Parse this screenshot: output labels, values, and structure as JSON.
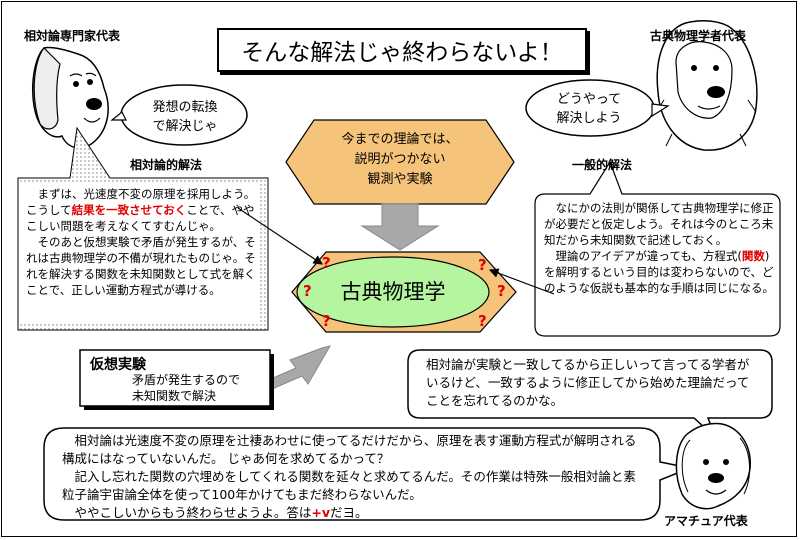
{
  "title": "そんな解法じゃ終わらないよ！",
  "left_expert": {
    "label": "相対論専門家代表",
    "bubble": [
      "発想の転換",
      "で解決じゃ"
    ],
    "method_label": "相対論的解法",
    "note": {
      "p1_pre": "　まずは、光速度不変の原理を採用しよう。こうして",
      "p1_red": "結果を一致させておく",
      "p1_post": "ことで、ややこしい問題を考えなくてすむんじゃ。",
      "p2": "　そのあと仮想実験で矛盾が発生するが、それは古典物理学の不備が現れたものじゃ。それを解決する関数を未知関数として式を解くことで、正しい運動方程式が導ける。"
    }
  },
  "right_expert": {
    "label": "古典物理学者代表",
    "bubble": [
      "どうやって",
      "解決しよう"
    ],
    "method_label": "一般的解法",
    "note": {
      "p1": "　なにかの法則が関係して古典物理学に修正が必要だと仮定しよう。それは今のところ未知だから未知関数で記述しておく。",
      "p2_pre": "　理論のアイデアが違っても、方程式(",
      "p2_red": "関数",
      "p2_post": ")を解明するという目的は変わらないので、どのような仮説も基本的な手順は同じになる。"
    }
  },
  "top_hexagon": [
    "今までの理論では、",
    "説明がつかない",
    "観測や実験"
  ],
  "center_label": "古典物理学",
  "question_mark": "?",
  "virtual_experiment": {
    "title": "仮想実験",
    "lines": [
      "矛盾が発生するので",
      "未知関数で解決"
    ]
  },
  "amateur": {
    "label": "アマチュア代表",
    "top_bubble": "相対論が実験と一致してるから正しいって言ってる学者がいるけど、一致するように修正してから始めた理論だってことを忘れてるのかな。",
    "bottom_bubble": {
      "p1": "　相対論は光速度不変の原理を辻褄あわせに使ってるだけだから、原理を表す運動方程式が解明される構成にはなっていないんだ。 じゃあ何を求めてるかって？",
      "p2": "　記入し忘れた関数の穴埋めをしてくれる関数を延々と求めてるんだ。その作業は特殊一般相対論と素粒子論宇宙論全体を使って100年かけてもまだ終わらないんだ。",
      "p3_pre": "　ややこしいからもう終わらせようよ。答は",
      "p3_red": "+v",
      "p3_post": "だヨ。"
    }
  },
  "colors": {
    "accent_red": "#e00000",
    "hexagon_fill": "#f6c37a",
    "ellipse_fill": "#b6f5a0",
    "arrow_gray": "#a8a8a8"
  }
}
